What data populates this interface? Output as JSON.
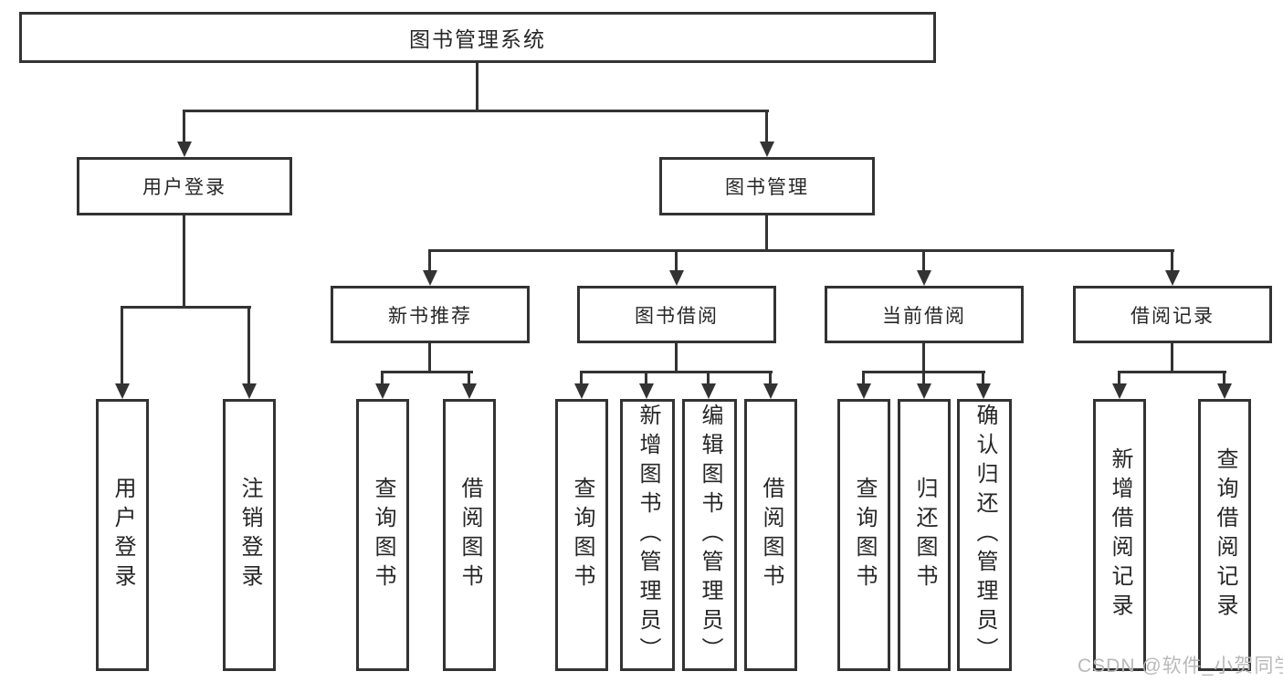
{
  "diagram": {
    "title": "图书管理系统",
    "root": {
      "label": "图书管理系统"
    },
    "level2": [
      {
        "id": "user-login",
        "label": "用户登录"
      },
      {
        "id": "book-management",
        "label": "图书管理"
      }
    ],
    "level3": [
      {
        "id": "new-book-recommend",
        "label": "新书推荐",
        "parent": "book-management"
      },
      {
        "id": "book-borrow",
        "label": "图书借阅",
        "parent": "book-management"
      },
      {
        "id": "current-borrow",
        "label": "当前借阅",
        "parent": "book-management"
      },
      {
        "id": "borrow-records",
        "label": "借阅记录",
        "parent": "book-management"
      }
    ],
    "leaves": [
      {
        "label": "用户登录",
        "parent": "user-login"
      },
      {
        "label": "注销登录",
        "parent": "user-login"
      },
      {
        "label": "查询图书",
        "parent": "new-book-recommend"
      },
      {
        "label": "借阅图书",
        "parent": "new-book-recommend"
      },
      {
        "label": "查询图书",
        "parent": "book-borrow"
      },
      {
        "label": "新增图书（管理员）",
        "parent": "book-borrow"
      },
      {
        "label": "编辑图书（管理员）",
        "parent": "book-borrow"
      },
      {
        "label": "借阅图书",
        "parent": "book-borrow"
      },
      {
        "label": "查询图书",
        "parent": "current-borrow"
      },
      {
        "label": "归还图书",
        "parent": "current-borrow"
      },
      {
        "label": "确认归还（管理员）",
        "parent": "current-borrow"
      },
      {
        "label": "新增借阅记录",
        "parent": "borrow-records"
      },
      {
        "label": "查询借阅记录",
        "parent": "borrow-records"
      }
    ]
  },
  "watermark": {
    "text": "CSDN @软件_小贺同学"
  },
  "colors": {
    "line": "#333333",
    "text": "#262626",
    "box_background": "#ffffff",
    "watermark": "#b9b9b9",
    "page_background": "#ffffff"
  }
}
